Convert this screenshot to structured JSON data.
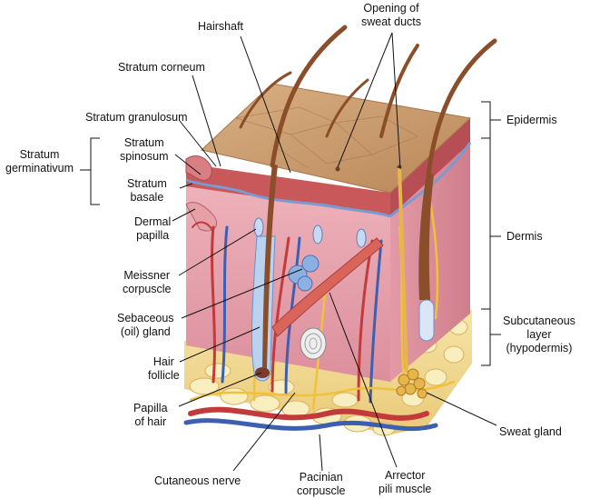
{
  "diagram": {
    "labels": {
      "hairshaft": "Hairshaft",
      "opening_sweat_ducts": [
        "Opening of",
        "sweat ducts"
      ],
      "stratum_corneum": "Stratum corneum",
      "stratum_granulosum": "Stratum granulosum",
      "stratum_germinativum": [
        "Stratum",
        "germinativum"
      ],
      "stratum_spinosum": [
        "Stratum",
        "spinosum"
      ],
      "stratum_basale": [
        "Stratum",
        "basale"
      ],
      "dermal_papilla": [
        "Dermal",
        "papilla"
      ],
      "meissner_corpuscle": [
        "Meissner",
        "corpuscle"
      ],
      "sebaceous_gland": [
        "Sebaceous",
        "(oil) gland"
      ],
      "hair_follicle": [
        "Hair",
        "follicle"
      ],
      "papilla_of_hair": [
        "Papilla",
        "of hair"
      ],
      "cutaneous_nerve": "Cutaneous nerve",
      "pacinian_corpuscle": [
        "Pacinian",
        "corpuscle"
      ],
      "arrector_pili_muscle": [
        "Arrector",
        "pili muscle"
      ],
      "sweat_gland": "Sweat gland",
      "epidermis": "Epidermis",
      "dermis": "Dermis",
      "subcutaneous_layer": [
        "Subcutaneous",
        "layer",
        "(hypodermis)"
      ]
    },
    "colors": {
      "epidermis_top": "#c89a6c",
      "epidermis_side": "#c9706a",
      "dermis": "#e8a7b1",
      "subcutaneous": "#f3dd93",
      "hair": "#8a4e2a",
      "vein": "#3d5fb0",
      "artery": "#c33a3a",
      "nerve": "#f0c23a",
      "leader_line": "#111111"
    }
  }
}
